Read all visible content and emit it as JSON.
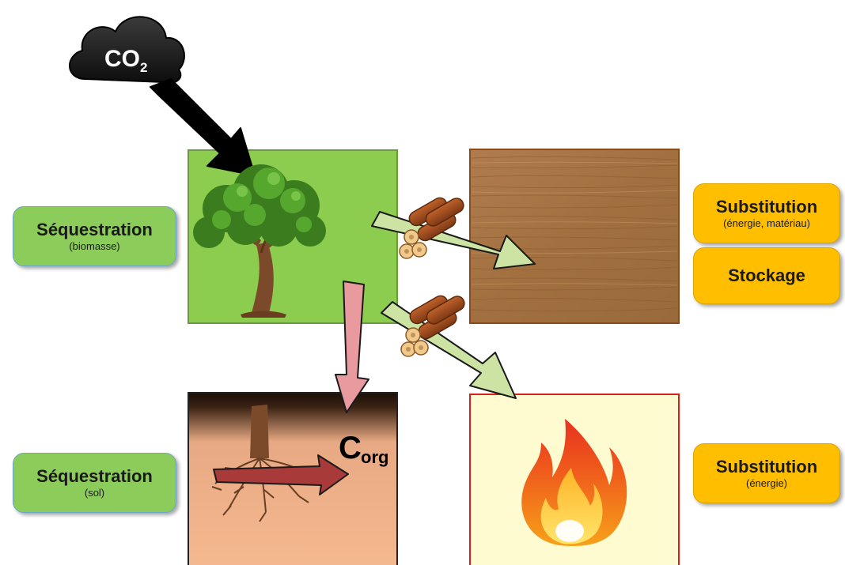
{
  "cloud": {
    "text": "CO",
    "subscript": "2"
  },
  "carbon": {
    "text": "C",
    "subscript": "org"
  },
  "labels": {
    "seq_biomass": {
      "title": "Séquestration",
      "subtitle": "(biomasse)"
    },
    "subst_energy_material": {
      "title": "Substitution",
      "subtitle": "(énergie, matériau)"
    },
    "storage": {
      "title": "Stockage"
    },
    "seq_soil": {
      "title": "Séquestration",
      "subtitle": "(sol)"
    },
    "subst_energy": {
      "title": "Substitution",
      "subtitle": "(énergie)"
    }
  },
  "colors": {
    "forest_panel": "#8ccc4e",
    "wood_panel": "#a8764a",
    "soil_panel": "#f5b990",
    "fire_panel": "#fffbd0",
    "fire_border": "#d62020",
    "green_label": "#8ccc5a",
    "orange_label": "#ffbf00"
  },
  "icons": [
    "cloud-icon",
    "tree-icon",
    "wood-texture",
    "log-bundle-icon",
    "roots-icon",
    "fire-icon"
  ]
}
